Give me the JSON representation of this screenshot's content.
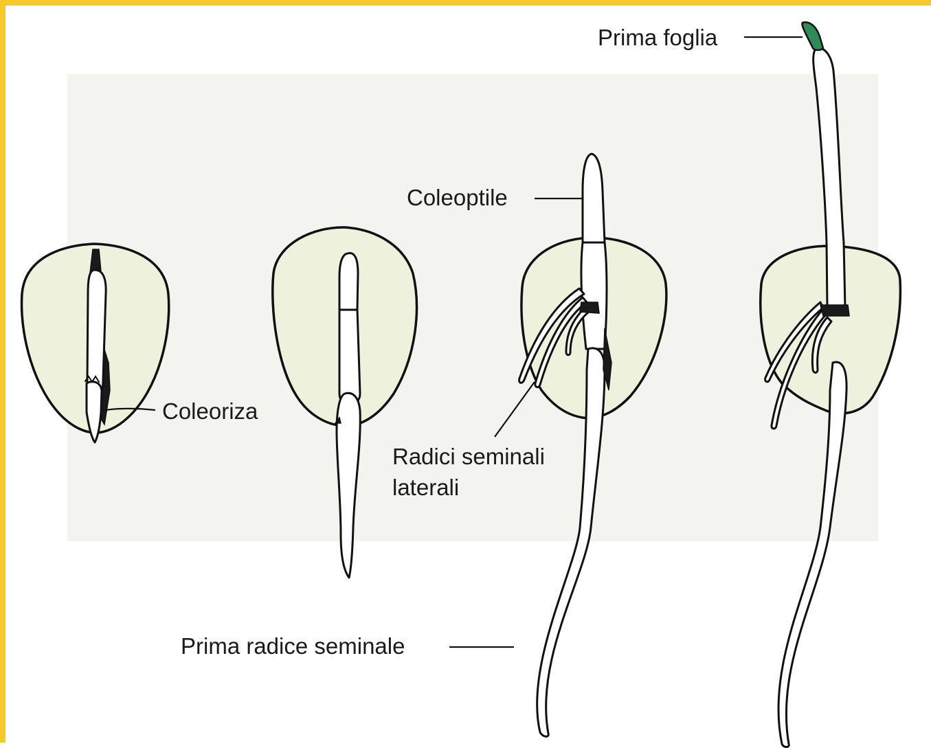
{
  "labels": {
    "prima_foglia": "Prima foglia",
    "coleoptile": "Coleoptile",
    "coleoriza": "Coleoriza",
    "radici_line1": "Radici seminali",
    "radici_line2": "laterali",
    "prima_radice": "Prima radice seminale"
  },
  "colors": {
    "frame": "#f7c928",
    "seed_fill": "#eef1dc",
    "leaf_tip": "#2e8b57",
    "ink": "#111111"
  }
}
